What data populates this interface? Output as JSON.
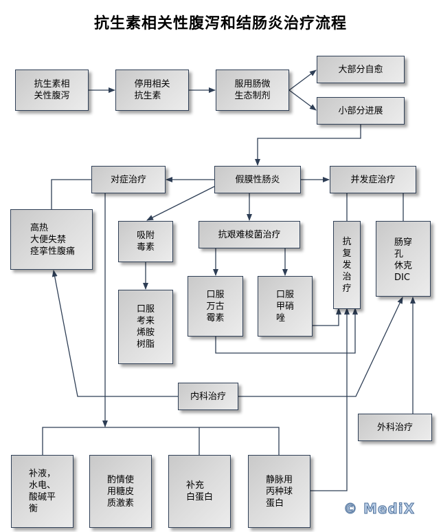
{
  "title": "抗生素相关性腹泻和结肠炎治疗流程",
  "colors": {
    "line": "#2e3e55",
    "box_fill": "#d9d9d9",
    "watermark": "#b9cde6"
  },
  "nodes": {
    "aad": "抗生素相\n关性腹泻",
    "stop_antibiotics": "停用相关\n抗生素",
    "probiotics": "服用肠微\n生态制剂",
    "self_heal": "大部分自愈",
    "progress": "小部分进展",
    "symptomatic": "对症治疗",
    "pmc": "假膜性肠炎",
    "complications": "并发症治疗",
    "symptoms": "高热\n大便失禁\n痉挛性腹痛",
    "adsorb": "吸附\n毒素",
    "anti_cd": "抗艰难梭菌治疗",
    "anti_relapse": "抗\n复\n发\n治\n疗",
    "perforation": "肠穿\n孔\n休克\nDIC",
    "cholestyramine": "口服\n考来\n烯胺\n树脂",
    "vancomycin": "口服\n万古\n霉素",
    "metronidazole": "口服\n甲硝\n唑",
    "medical": "内科治疗",
    "surgical": "外科治疗",
    "fluids": "补液，\n水电、\n酸碱平\n衡",
    "steroids": "酌情使\n用糖皮\n质激素",
    "albumin": "补充\n白蛋白",
    "ivig": "静脉用\n丙种球\n蛋白"
  },
  "watermark": "© MediX"
}
